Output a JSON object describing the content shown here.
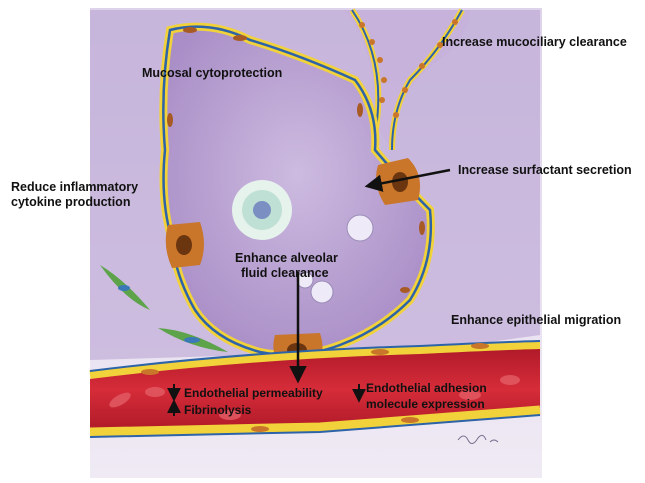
{
  "labels": {
    "mucosal": "Mucosal cytoprotection",
    "mucociliary": "Increase mucociliary clearance",
    "reduce_line1": "Reduce inflammatory",
    "reduce_line2": "cytokine production",
    "surfactant": "Increase surfactant secretion",
    "alveolar_line1": "Enhance alveolar",
    "alveolar_line2": "fluid clearance",
    "migration": "Enhance epithelial migration",
    "endo_perm": "Endothelial permeability",
    "fibrinolysis": "Fibrinolysis",
    "adhesion_line1": "Endothelial adhesion",
    "adhesion_line2": "molecule expression"
  },
  "colors": {
    "background_wash": "#e8e4ee",
    "alveolar_space": "#b9a3cf",
    "interstitium": "#a78bc3",
    "epithelium_blue": "#2d63a8",
    "basement_yellow": "#f2d23a",
    "vessel_red": "#c8202e",
    "cell_orange": "#c9762a"
  }
}
